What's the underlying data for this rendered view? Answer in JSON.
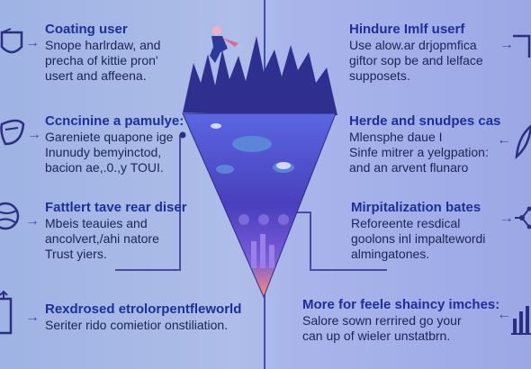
{
  "left": [
    {
      "head": "Coating user",
      "body": "Snope harlrdaw, and\nprecha of kittie pron'\nusert and affeena."
    },
    {
      "head": "Ccncinine a pamulye:",
      "body": "Gareniete quapone ige\nInunudy bemyinctod,\nbacion ae,.0.,y TOUI."
    },
    {
      "head": "Fattlert tave rear diser",
      "body": "Mbeis teauies and\nancolvert,/ahi natore\nTrust yiers."
    },
    {
      "head": "Rexdrosed etrolorpentfleworld",
      "body": "Seriter rido comietior onstiliation."
    }
  ],
  "right": [
    {
      "head": "Hindure Imlf userf",
      "body": "Use alow.ar drjopmfica\ngiftor sop be and lelface\nsupposets."
    },
    {
      "head": "Herde and snudpes cas",
      "body": "Mlensphe daue I\nSinfe mitrer a yelgpation:\nand an arvent flunaro"
    },
    {
      "head": "Mirpitalization bates",
      "body": "Reforeente resdical\ngoolons inl impaltewordi\nalmingatones."
    },
    {
      "head": "More for feele shaincy imches:",
      "body": "Salore sown rerrired go your\ncan up of wieler unstatbrn."
    }
  ],
  "icons": {
    "left": [
      "shield-icon",
      "bowl-icon",
      "globe-icon",
      "document-stack-icon"
    ],
    "right": [
      "box-icon",
      "feather-icon",
      "network-icon",
      "bar-chart-icon"
    ],
    "center": "cloud-funnel-illustration"
  },
  "colors": {
    "heading": "#1f2f9a",
    "text": "#1a2456",
    "accent": "#3d4fb0",
    "funnel_top": "#6a74e8",
    "funnel_bottom": "#ff8a7a"
  }
}
